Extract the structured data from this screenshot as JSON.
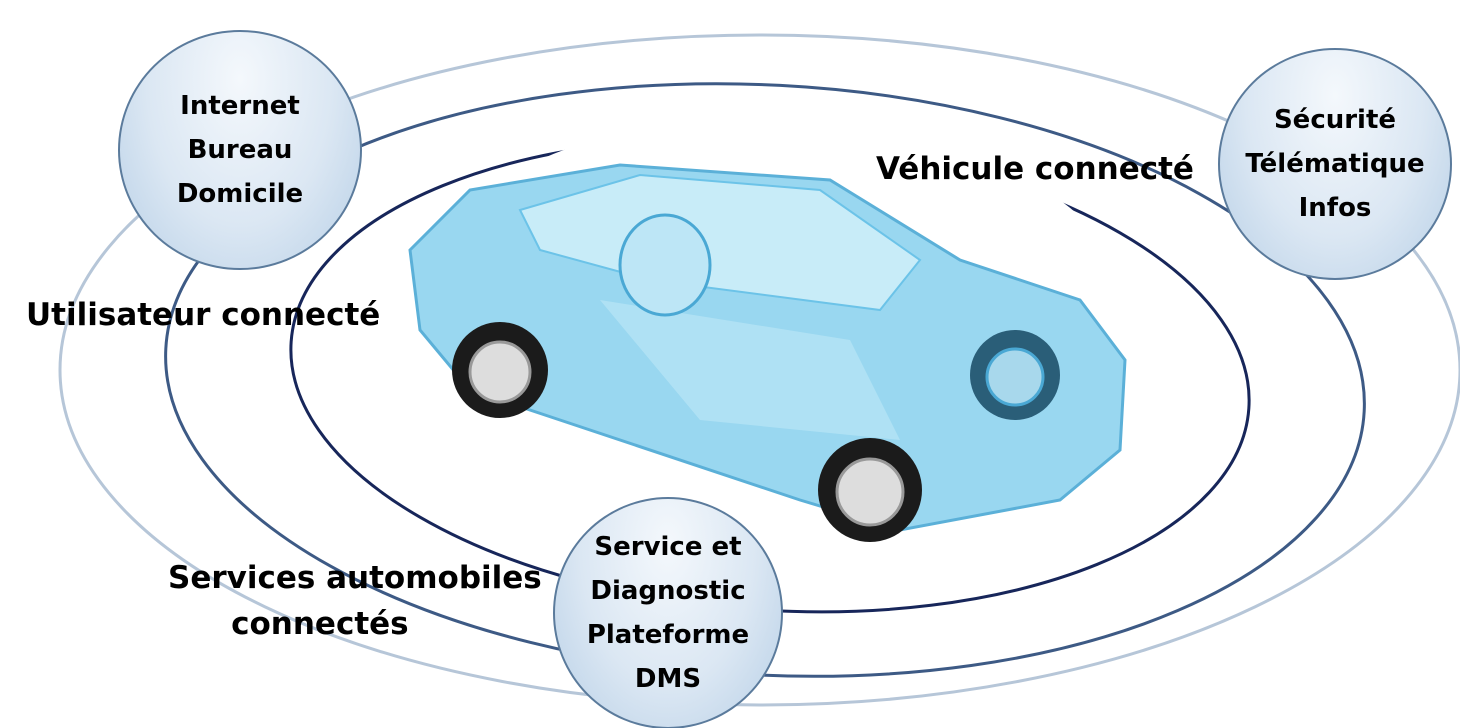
{
  "bubbles": {
    "connected_user": [
      "Internet",
      "Bureau",
      "Domicile"
    ],
    "connected_vehicle": [
      "Sécurité",
      "Télématique",
      "Infos"
    ],
    "services": [
      "Service et",
      "Diagnostic",
      "Plateforme",
      "DMS"
    ]
  },
  "labels": {
    "vehicle": "Véhicule connecté",
    "user": "Utilisateur connecté",
    "services_line1": "Services automobiles",
    "services_line2": "connectés"
  },
  "colors": {
    "car": "#6cc3e8",
    "ring_outer": "#b6c6d8",
    "ring_mid": "#3d5a85",
    "ring_inner": "#17265a"
  }
}
